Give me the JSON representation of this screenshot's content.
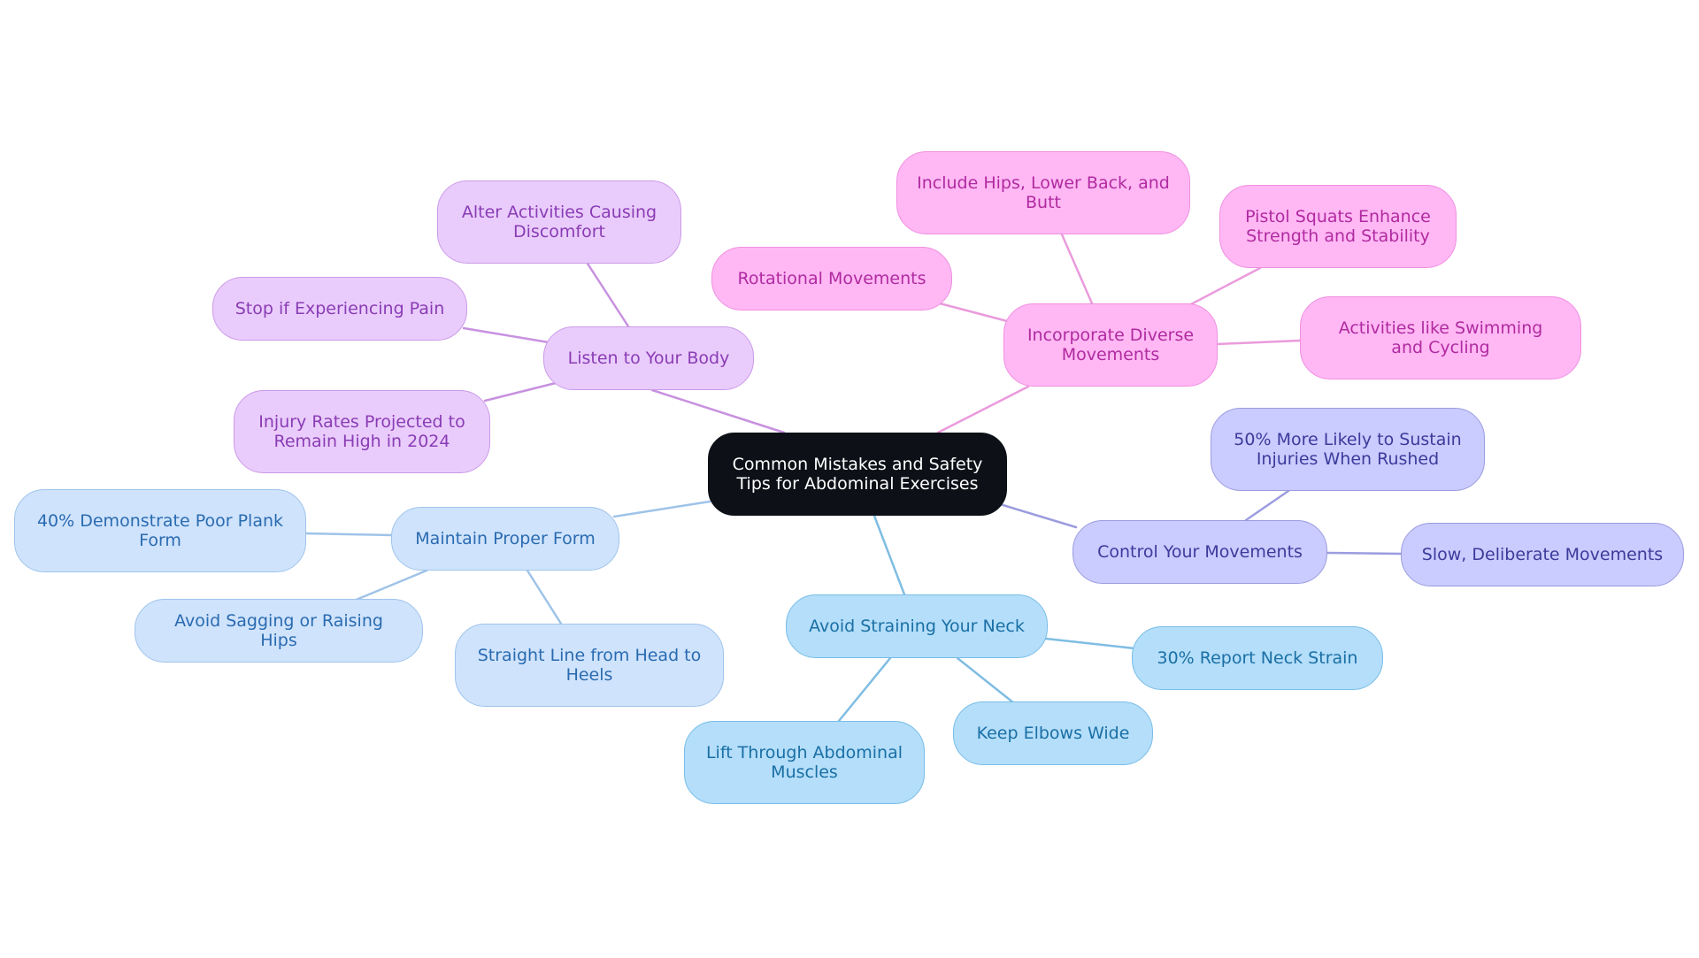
{
  "colors": {
    "root": {
      "fill": "#0d1117",
      "border": "#0d1117",
      "text": "#ffffff",
      "edge": "#8fc3e6"
    },
    "purple": {
      "fill": "#e9ccfb",
      "border": "#cc9ae8",
      "text": "#8a3cb5",
      "edge": "#c891e0"
    },
    "pink": {
      "fill": "#ffb8f4",
      "border": "#f08fe0",
      "text": "#b02aa0",
      "edge": "#ea9bdc"
    },
    "indigo": {
      "fill": "#cacbff",
      "border": "#9a9cdf",
      "text": "#3b3b9a",
      "edge": "#9c9ce0"
    },
    "lightblue": {
      "fill": "#cfe3fc",
      "border": "#9fc4ec",
      "text": "#2a6bb0",
      "edge": "#9fc3e8"
    },
    "skyblue": {
      "fill": "#b4def9",
      "border": "#78bde8",
      "text": "#1a6fa5",
      "edge": "#7fbde3"
    }
  },
  "root": {
    "label": "Common Mistakes and Safety Tips for Abdominal Exercises"
  },
  "branches": [
    {
      "id": "listen",
      "color": "purple",
      "label": "Listen to Your Body",
      "children": [
        {
          "id": "alter",
          "label": "Alter Activities Causing Discomfort"
        },
        {
          "id": "stop",
          "label": "Stop if Experiencing Pain"
        },
        {
          "id": "injury",
          "label": "Injury Rates Projected to Remain High in 2024"
        }
      ]
    },
    {
      "id": "diverse",
      "color": "pink",
      "label": "Incorporate Diverse Movements",
      "children": [
        {
          "id": "hips",
          "label": "Include Hips, Lower Back, and Butt"
        },
        {
          "id": "pistol",
          "label": "Pistol Squats Enhance Strength and Stability"
        },
        {
          "id": "rotational",
          "label": "Rotational Movements"
        },
        {
          "id": "swimming",
          "label": "Activities like Swimming and Cycling"
        }
      ]
    },
    {
      "id": "control",
      "color": "indigo",
      "label": "Control Your Movements",
      "children": [
        {
          "id": "rushed",
          "label": "50% More Likely to Sustain Injuries When Rushed"
        },
        {
          "id": "slow",
          "label": "Slow, Deliberate Movements"
        }
      ]
    },
    {
      "id": "form",
      "color": "lightblue",
      "label": "Maintain Proper Form",
      "children": [
        {
          "id": "plank",
          "label": "40% Demonstrate Poor Plank Form"
        },
        {
          "id": "sagging",
          "label": "Avoid Sagging or Raising Hips"
        },
        {
          "id": "straight",
          "label": "Straight Line from Head to Heels"
        }
      ]
    },
    {
      "id": "neck",
      "color": "skyblue",
      "label": "Avoid Straining Your Neck",
      "children": [
        {
          "id": "neckstrain",
          "label": "30% Report Neck Strain"
        },
        {
          "id": "elbows",
          "label": "Keep Elbows Wide"
        },
        {
          "id": "lift",
          "label": "Lift Through Abdominal Muscles"
        }
      ]
    }
  ]
}
